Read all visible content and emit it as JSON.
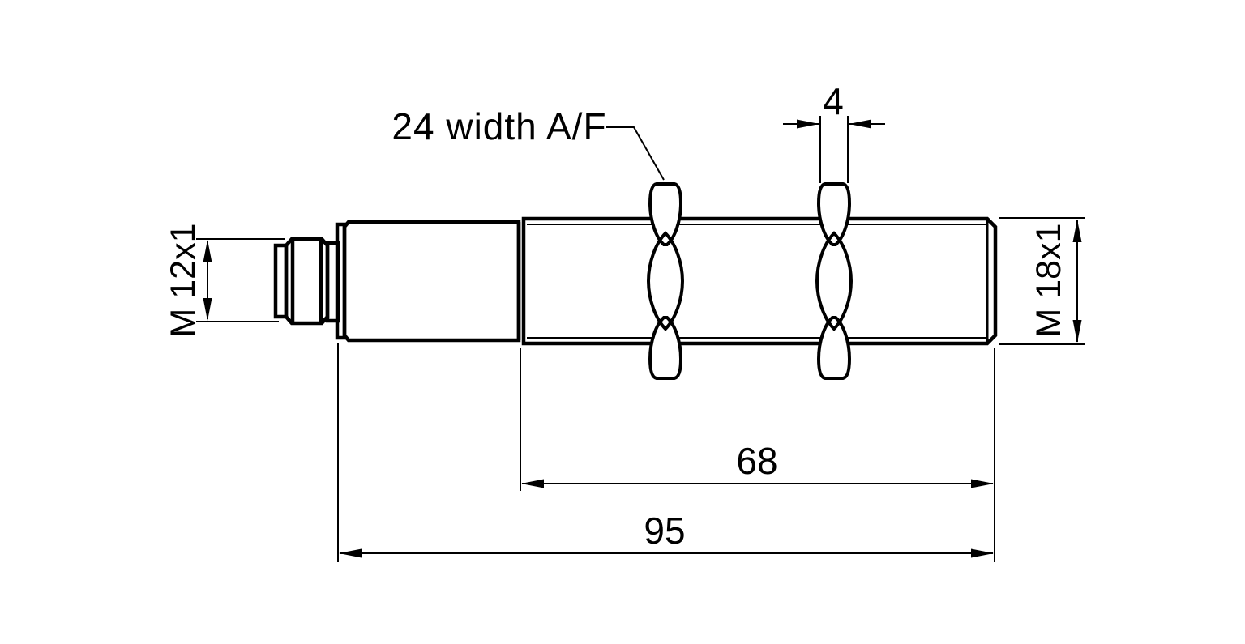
{
  "drawing": {
    "kind": "technical dimension drawing, cylindrical threaded sensor side view",
    "labels": {
      "hex_width": "24 width A/F",
      "nut_thickness": "4",
      "thread_left": "M 12x1",
      "thread_right": "M 18x1",
      "thread_length": "68",
      "housing_length": "95"
    },
    "colors": {
      "line": "#000000",
      "background": "#ffffff"
    }
  }
}
